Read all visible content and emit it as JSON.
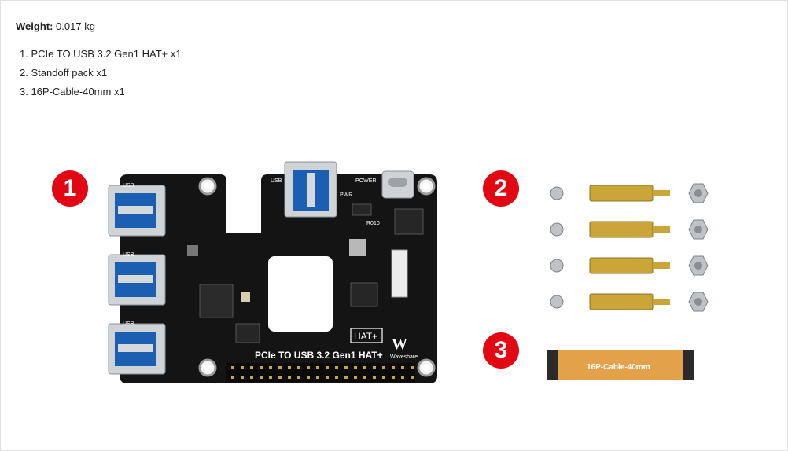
{
  "spec": {
    "weight_label": "Weight:",
    "weight_value": "0.017 kg"
  },
  "package": [
    "1. PCIe TO USB 3.2 Gen1 HAT+ x1",
    "2. Standoff pack x1",
    "3. 16P-Cable-40mm x1"
  ],
  "badges": [
    "1",
    "2",
    "3"
  ],
  "board": {
    "title": "PCIe TO USB 3.2 Gen1 HAT+",
    "hat_label": "HAT+",
    "brand": "Waveshare",
    "usb_label": "USB",
    "power_label": "POWER",
    "pwr_label": "PWR",
    "chip_label": "R010"
  },
  "cable": {
    "label": "16P-Cable-40mm"
  },
  "colors": {
    "badge": "#e30613",
    "pcb": "#141414",
    "brass": "#c9a53a",
    "flex": "#e3a24a"
  }
}
